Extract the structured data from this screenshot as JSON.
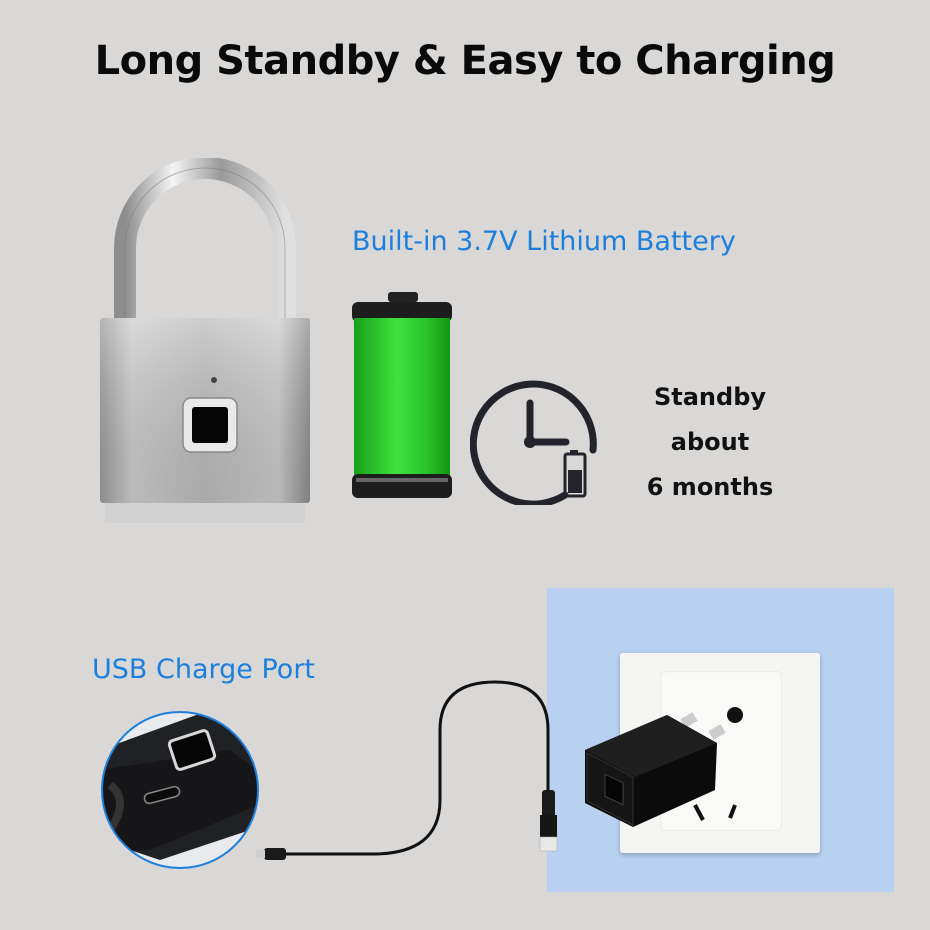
{
  "header": {
    "title": "Long Standby & Easy to Charging"
  },
  "battery_section": {
    "label": "Built-in 3.7V Lithium Battery",
    "standby_lines": [
      "Standby",
      "about",
      "6 months"
    ]
  },
  "charging_section": {
    "label": "USB Charge Port"
  },
  "colors": {
    "background": "#d9d8d7",
    "accent_blue": "#1d7fdc",
    "battery_green": "#2ec82e",
    "panel_blue": "#b9d1f0",
    "text_dark": "#0a0a0a"
  },
  "icons": [
    "padlock-icon",
    "fingerprint-sensor-icon",
    "battery-icon",
    "clock-battery-icon",
    "usb-port-closeup-icon",
    "usb-cable-icon",
    "wall-adapter-icon",
    "wall-outlet-icon"
  ]
}
